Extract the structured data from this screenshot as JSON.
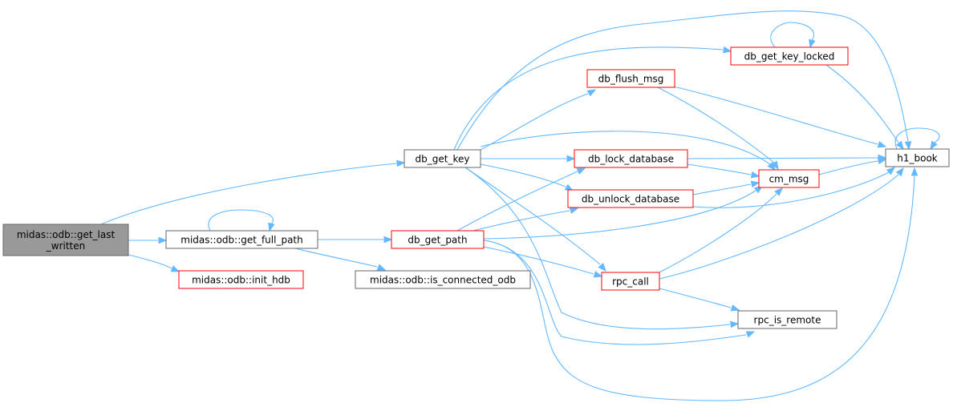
{
  "colors": {
    "edge": "#63b8ff",
    "node_border": "#666666",
    "node_border_red": "#ff0000",
    "root_fill": "#999999",
    "background": "#ffffff"
  },
  "nodes": [
    {
      "id": "root",
      "lines": [
        "midas::odb::get_last",
        "_written"
      ],
      "style": "root"
    },
    {
      "id": "get_full_path",
      "lines": [
        "midas::odb::get_full_path"
      ],
      "style": "plain"
    },
    {
      "id": "init_hdb",
      "lines": [
        "midas::odb::init_hdb"
      ],
      "style": "red"
    },
    {
      "id": "db_get_key",
      "lines": [
        "db_get_key"
      ],
      "style": "plain"
    },
    {
      "id": "db_get_path",
      "lines": [
        "db_get_path"
      ],
      "style": "red"
    },
    {
      "id": "is_connected_odb",
      "lines": [
        "midas::odb::is_connected_odb"
      ],
      "style": "plain"
    },
    {
      "id": "db_get_key_locked",
      "lines": [
        "db_get_key_locked"
      ],
      "style": "red"
    },
    {
      "id": "db_flush_msg",
      "lines": [
        "db_flush_msg"
      ],
      "style": "red"
    },
    {
      "id": "db_lock_database",
      "lines": [
        "db_lock_database"
      ],
      "style": "red"
    },
    {
      "id": "db_unlock_database",
      "lines": [
        "db_unlock_database"
      ],
      "style": "red"
    },
    {
      "id": "rpc_call",
      "lines": [
        "rpc_call"
      ],
      "style": "red"
    },
    {
      "id": "cm_msg",
      "lines": [
        "cm_msg"
      ],
      "style": "red"
    },
    {
      "id": "rpc_is_remote",
      "lines": [
        "rpc_is_remote"
      ],
      "style": "plain"
    },
    {
      "id": "h1_book",
      "lines": [
        "h1_book"
      ],
      "style": "plain"
    }
  ],
  "edges": [
    {
      "from": "root",
      "to": "db_get_key"
    },
    {
      "from": "root",
      "to": "get_full_path"
    },
    {
      "from": "root",
      "to": "init_hdb"
    },
    {
      "from": "get_full_path",
      "to": "get_full_path"
    },
    {
      "from": "get_full_path",
      "to": "db_get_path"
    },
    {
      "from": "get_full_path",
      "to": "is_connected_odb"
    },
    {
      "from": "db_get_key",
      "to": "db_get_key_locked"
    },
    {
      "from": "db_get_key",
      "to": "db_flush_msg"
    },
    {
      "from": "db_get_key",
      "to": "db_lock_database"
    },
    {
      "from": "db_get_key",
      "to": "db_unlock_database"
    },
    {
      "from": "db_get_key",
      "to": "cm_msg"
    },
    {
      "from": "db_get_key",
      "to": "h1_book"
    },
    {
      "from": "db_get_key",
      "to": "rpc_call"
    },
    {
      "from": "db_get_key",
      "to": "rpc_is_remote"
    },
    {
      "from": "db_get_path",
      "to": "db_lock_database"
    },
    {
      "from": "db_get_path",
      "to": "db_unlock_database"
    },
    {
      "from": "db_get_path",
      "to": "cm_msg"
    },
    {
      "from": "db_get_path",
      "to": "rpc_call"
    },
    {
      "from": "db_get_path",
      "to": "rpc_is_remote"
    },
    {
      "from": "db_get_path",
      "to": "h1_book"
    },
    {
      "from": "db_get_key_locked",
      "to": "db_get_key_locked"
    },
    {
      "from": "db_get_key_locked",
      "to": "h1_book"
    },
    {
      "from": "db_flush_msg",
      "to": "cm_msg"
    },
    {
      "from": "db_flush_msg",
      "to": "h1_book"
    },
    {
      "from": "db_lock_database",
      "to": "cm_msg"
    },
    {
      "from": "db_lock_database",
      "to": "h1_book"
    },
    {
      "from": "db_unlock_database",
      "to": "cm_msg"
    },
    {
      "from": "db_unlock_database",
      "to": "h1_book"
    },
    {
      "from": "rpc_call",
      "to": "cm_msg"
    },
    {
      "from": "rpc_call",
      "to": "h1_book"
    },
    {
      "from": "rpc_call",
      "to": "rpc_is_remote"
    },
    {
      "from": "cm_msg",
      "to": "h1_book"
    },
    {
      "from": "h1_book",
      "to": "h1_book"
    }
  ]
}
